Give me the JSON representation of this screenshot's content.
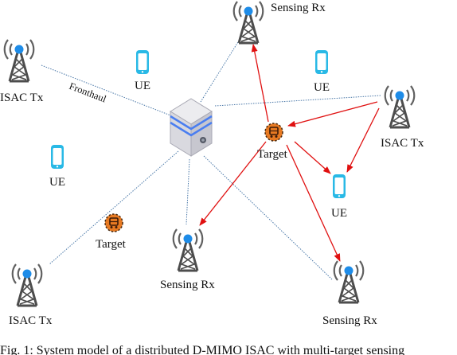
{
  "nodes": {
    "isac_tx_left_top": "ISAC Tx",
    "isac_tx_right": "ISAC Tx",
    "isac_tx_left_bottom": "ISAC Tx",
    "sensing_rx_top": "Sensing Rx",
    "sensing_rx_center": "Sensing Rx",
    "sensing_rx_bottom_right": "Sensing Rx",
    "ue_top_middle": "UE",
    "ue_top_right": "UE",
    "ue_left": "UE",
    "ue_right": "UE",
    "target_center": "Target",
    "target_left": "Target"
  },
  "link_label": "Fronthaul",
  "caption": "Fig. 1: System model of a distributed D-MIMO ISAC with multi-target sensing",
  "colors": {
    "fronthaul_line": "#4a78a8",
    "sensing_arrow": "#e01010",
    "tower": "#4d4d4d",
    "antenna_dot": "#1e8ce8",
    "ue_device": "#29b9e6",
    "target_fill": "#e87a22"
  }
}
